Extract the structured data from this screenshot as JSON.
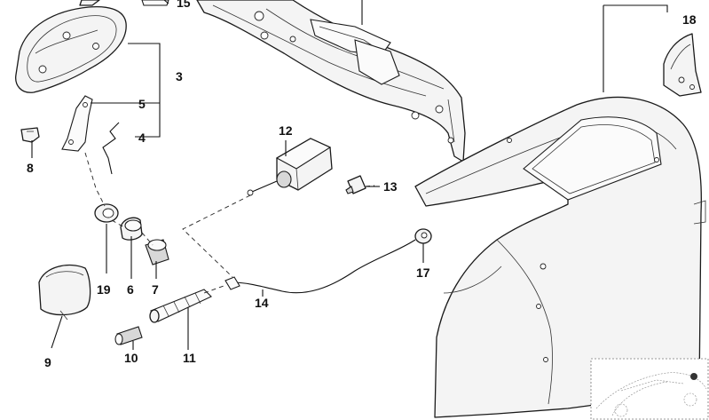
{
  "callouts": {
    "c3": "3",
    "c4": "4",
    "c5": "5",
    "c6": "6",
    "c7": "7",
    "c8": "8",
    "c9": "9",
    "c10": "10",
    "c11": "11",
    "c12": "12",
    "c13": "13",
    "c14": "14",
    "c15": "15",
    "c17": "17",
    "c18": "18",
    "c19": "19"
  }
}
